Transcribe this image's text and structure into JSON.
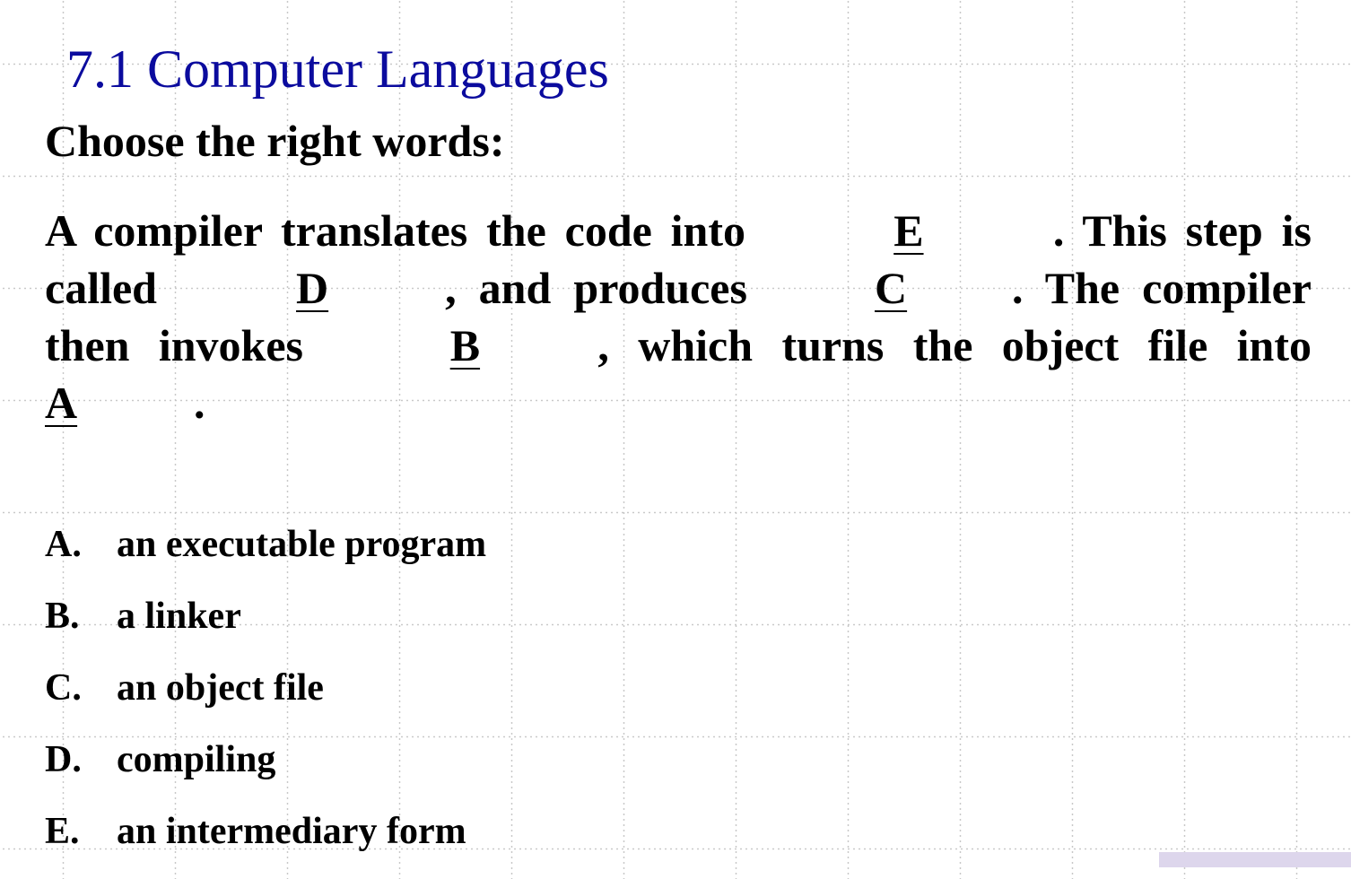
{
  "title": "7.1 Computer Languages",
  "instruction": "Choose the right words:",
  "exercise": {
    "text1": "A compiler translates the code into ",
    "blank1": "E",
    "text2": ". This step is called ",
    "blank2": "D",
    "text3": ", and produces ",
    "blank3": "C",
    "text4": ". The compiler then invokes ",
    "blank4": "B",
    "text5": ", which turns the object file into ",
    "blank5": "A",
    "text6": "."
  },
  "options": [
    {
      "letter": "A.",
      "text": "an executable program"
    },
    {
      "letter": "B.",
      "text": "a linker"
    },
    {
      "letter": "C.",
      "text": "an object file"
    },
    {
      "letter": "D.",
      "text": "compiling"
    },
    {
      "letter": "E.",
      "text": "an intermediary form"
    }
  ],
  "colors": {
    "title": "#0b0b9e",
    "text": "#000000",
    "corner_bar": "#ddd6ec"
  }
}
